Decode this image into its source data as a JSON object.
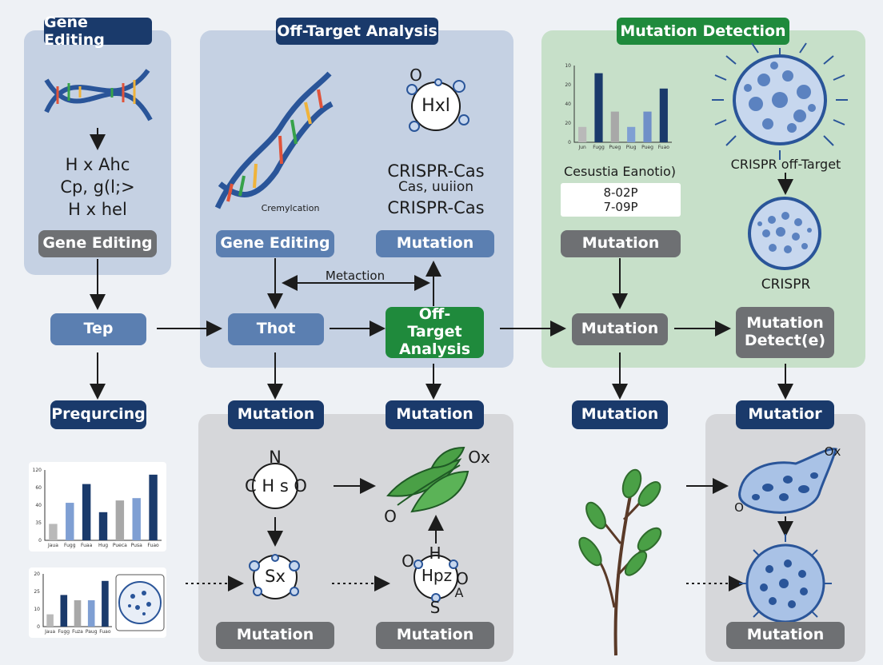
{
  "sections": {
    "gene_editing": "Gene Editing",
    "off_target": "Off-Target Analysis",
    "mutation_detection": "Mutation Detection"
  },
  "gene_panel": {
    "formula_lines": [
      "H x Ahc",
      "Cp, g(l;>",
      "H x hel"
    ],
    "button": "Gene Editing"
  },
  "offtarget_panel": {
    "dna_caption": "Cremylcation",
    "circle_label": "Hxl",
    "circle_o": "O",
    "crispr_lines": [
      "CRISPR-Cas",
      "Cas, uuiion",
      "CRISPR-Cas"
    ],
    "btn_gene": "Gene Editing",
    "btn_mutation": "Mutation",
    "metaction": "Metaction"
  },
  "detection_panel": {
    "chart_caption": "Cesustia Eanotio)",
    "values_lines": [
      "8-02P",
      "7-09P"
    ],
    "btn_mutation": "Mutation",
    "crispr_off": "CRISPR off-Target",
    "crispr": "CRISPR"
  },
  "flow": {
    "tep": "Tep",
    "thot": "Thot",
    "offtarget_analysis": "Off-Target Analysis",
    "mutation_mid": "Mutation",
    "mutation_detect": "Mutation Detect(e)"
  },
  "row3": {
    "prequrcing": "Prequrcing",
    "mutation1": "Mutation",
    "mutation2": "Mutation",
    "mutation3": "Mutation",
    "mutatior": "Mutatior"
  },
  "bottom": {
    "chs_n": "N",
    "chs": "C H s O",
    "sx": "Sx",
    "h_top": "H",
    "hp_o_left": "O",
    "hp": "Hpz",
    "hp_o_right": "O",
    "hp_a": "A",
    "hp_s": "S",
    "leaf_ox": "Ox",
    "leaf_o": "O",
    "cell_ox": "Ox",
    "cell_o": "O",
    "mutation_a": "Mutation",
    "mutation_b": "Mutation",
    "mutation_c": "Mutation"
  },
  "chart_data": [
    {
      "type": "bar",
      "categories": [
        "Jun",
        "Fugg",
        "Pueg",
        "Piug",
        "Pueg",
        "Fuao"
      ],
      "values": [
        2,
        9,
        4,
        2,
        4,
        7
      ],
      "ylim": [
        0,
        10
      ],
      "yticks": [
        "10",
        "20",
        "40",
        "20",
        "0"
      ],
      "colors": [
        "#b9b9b9",
        "#1a3a6b",
        "#a8a8a8",
        "#7f9fd3",
        "#6f8fc8",
        "#1a3a6b"
      ]
    },
    {
      "type": "bar",
      "categories": [
        "Jaua",
        "Fugg",
        "Fuaa",
        "Hug",
        "Pueca",
        "Pusa",
        "Fuao"
      ],
      "values": [
        35,
        80,
        120,
        60,
        85,
        90,
        140
      ],
      "ylim": [
        0,
        150
      ],
      "yticks": [
        "120",
        "60",
        "40",
        "35",
        "0"
      ],
      "colors": [
        "#b9b9b9",
        "#7f9fd3",
        "#1a3a6b",
        "#1a3a6b",
        "#a8a8a8",
        "#7f9fd3",
        "#1a3a6b"
      ]
    },
    {
      "type": "bar",
      "categories": [
        "Jaua",
        "Fugg",
        "Fuza",
        "Paug",
        "Fuao"
      ],
      "values": [
        7,
        18,
        15,
        15,
        26
      ],
      "ylim": [
        0,
        30
      ],
      "yticks": [
        "20",
        "25",
        "10",
        "0"
      ],
      "colors": [
        "#b9b9b9",
        "#1a3a6b",
        "#a8a8a8",
        "#7f9fd3",
        "#1a3a6b"
      ]
    }
  ]
}
